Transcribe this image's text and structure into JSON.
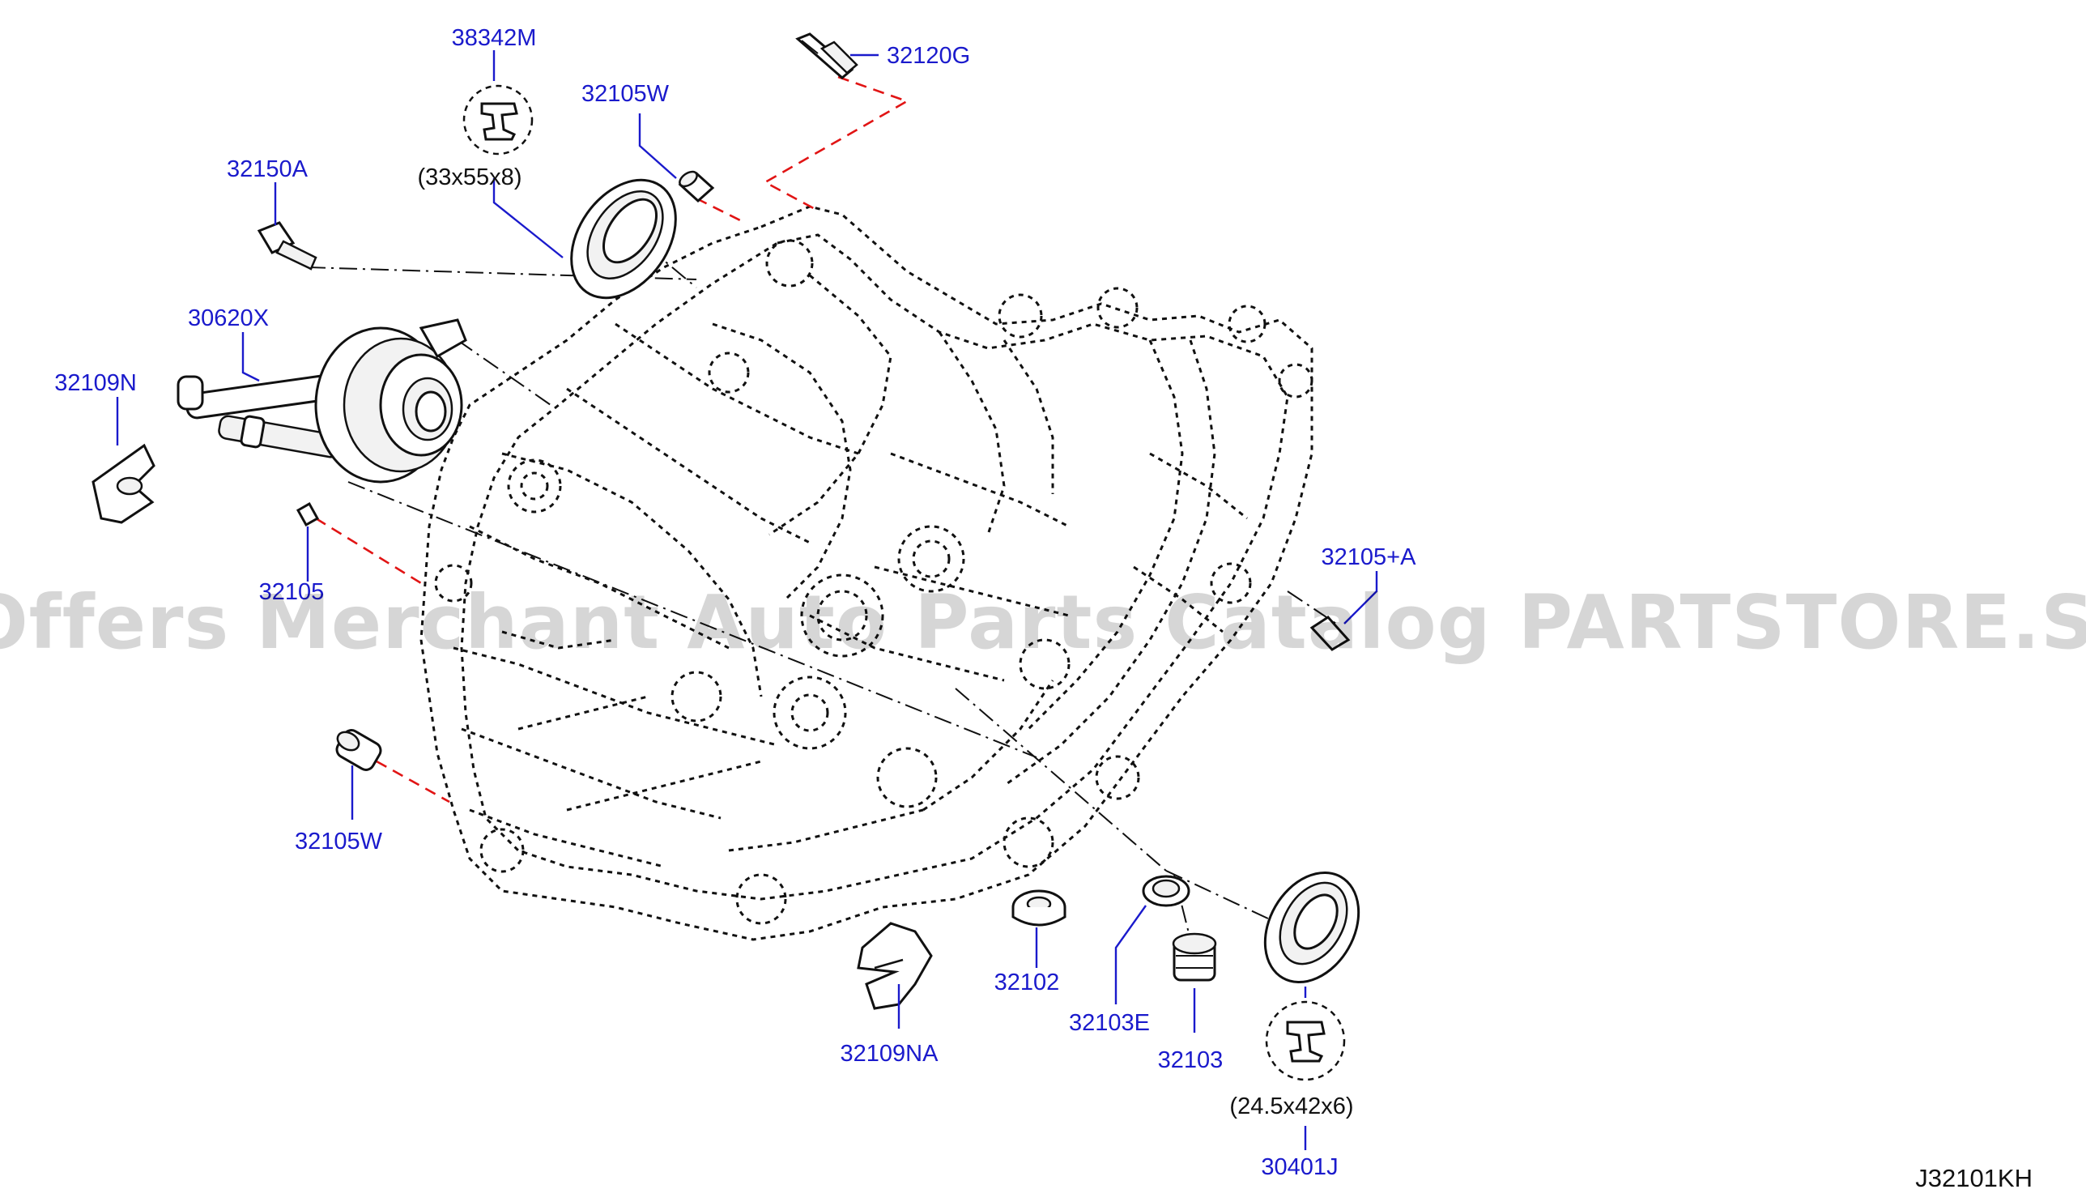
{
  "watermark": "Offers Merchant Auto Parts Catalog PARTSTORE.SA",
  "diagram_code": "J32101KH",
  "parts": {
    "p38342M": "38342M",
    "p32120G": "32120G",
    "p32105W_top": "32105W",
    "p32150A": "32150A",
    "p30620X": "30620X",
    "p32109N": "32109N",
    "p32105": "32105",
    "p32105A": "32105+A",
    "p32105W_bottom": "32105W",
    "p32109NA": "32109NA",
    "p32102": "32102",
    "p32103E": "32103E",
    "p32103": "32103",
    "p30401J": "30401J"
  },
  "dimensions": {
    "seal_top": "(33x55x8)",
    "seal_bottom": "(24.5x42x6)"
  },
  "colors": {
    "label": "#1a1acc",
    "leader_dashed": "#e11414",
    "line": "#111111"
  }
}
